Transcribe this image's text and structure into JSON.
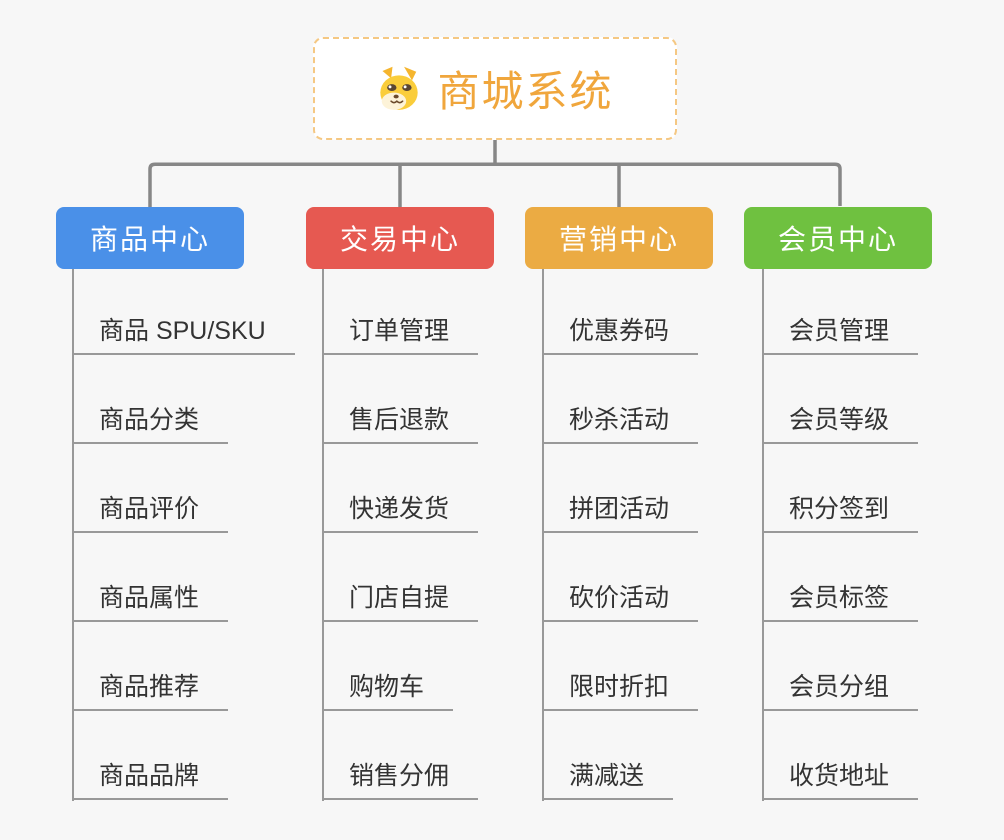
{
  "app": {
    "background_color": "#F7F7F7",
    "connector_color": "#878787",
    "leaf_line_color": "#999999"
  },
  "root": {
    "title": "商城系统",
    "icon": "doge-face-icon",
    "text_color": "#F0A63C",
    "border_color": "#F5C883"
  },
  "branches": [
    {
      "label": "商品中心",
      "color": "#4A90E8",
      "children": [
        "商品 SPU/SKU",
        "商品分类",
        "商品评价",
        "商品属性",
        "商品推荐",
        "商品品牌"
      ]
    },
    {
      "label": "交易中心",
      "color": "#E65951",
      "children": [
        "订单管理",
        "售后退款",
        "快递发货",
        "门店自提",
        "购物车",
        "销售分佣"
      ]
    },
    {
      "label": "营销中心",
      "color": "#EBAB43",
      "children": [
        "优惠券码",
        "秒杀活动",
        "拼团活动",
        "砍价活动",
        "限时折扣",
        "满减送"
      ]
    },
    {
      "label": "会员中心",
      "color": "#6FC140",
      "children": [
        "会员管理",
        "会员等级",
        "积分签到",
        "会员标签",
        "会员分组",
        "收货地址"
      ]
    }
  ]
}
